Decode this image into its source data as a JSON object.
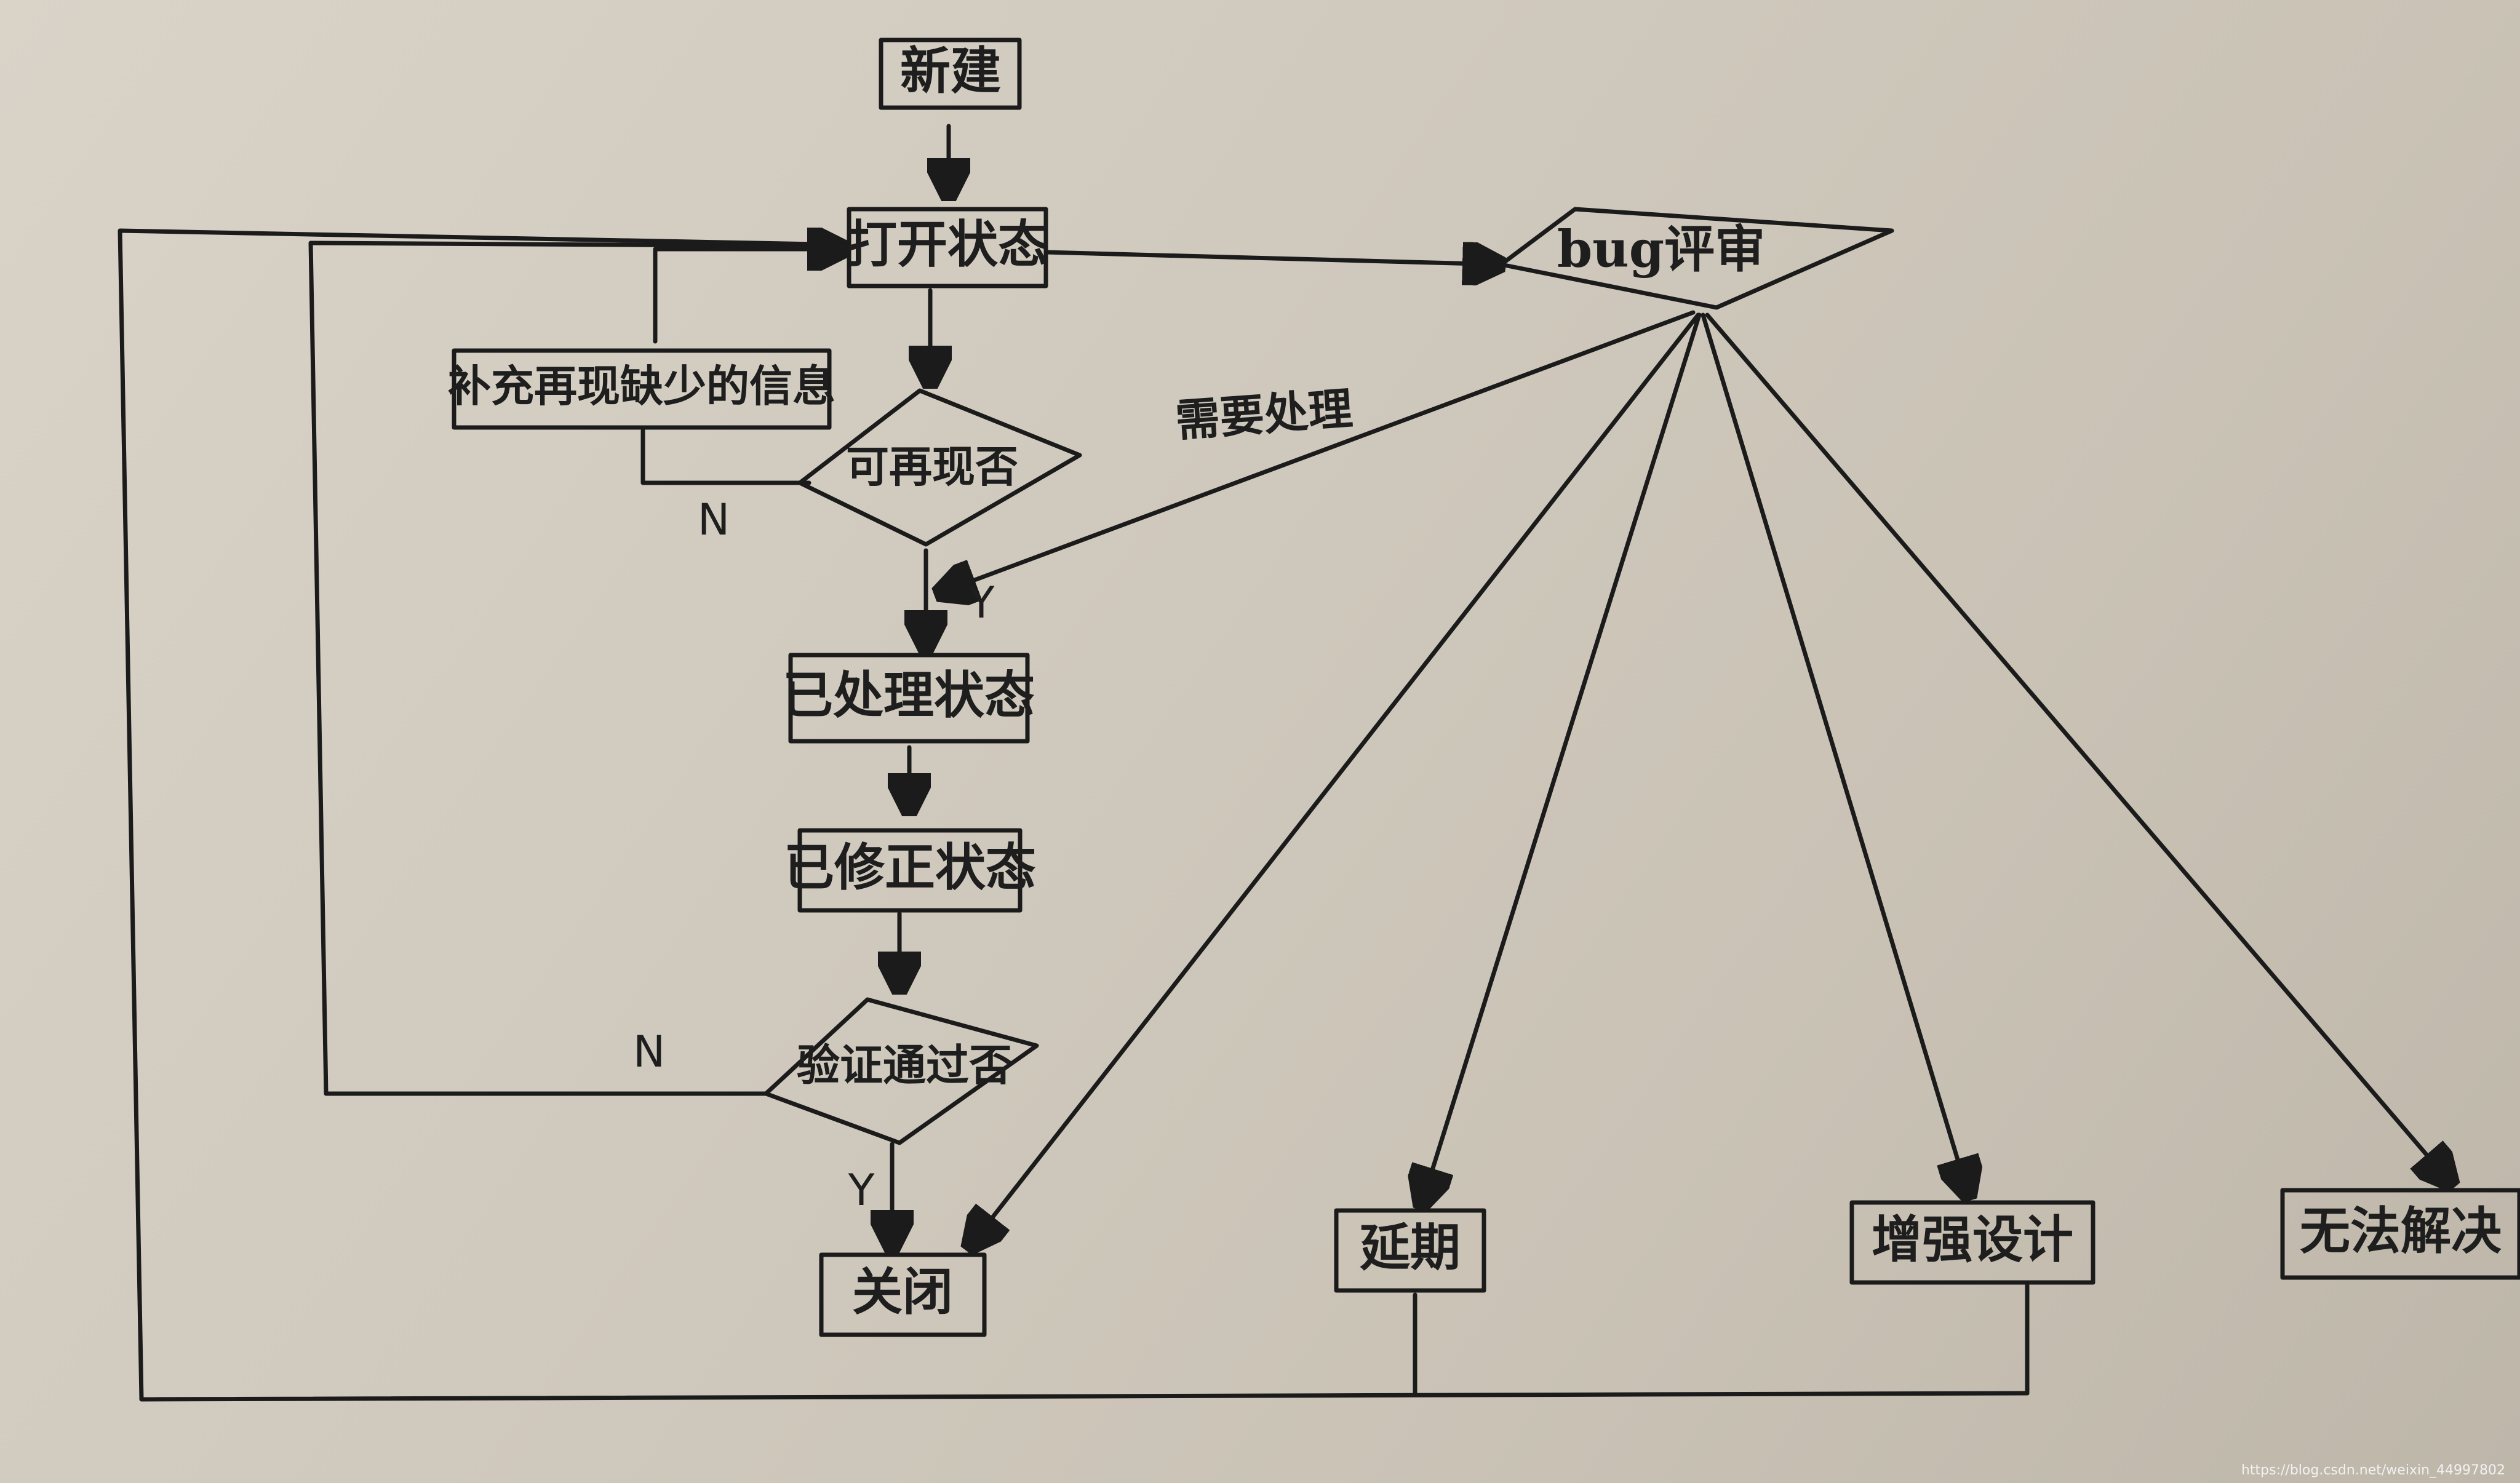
{
  "nodes": {
    "new": "新建",
    "open": "打开状态",
    "review": "bug评审",
    "supplement": "补充再现缺少的信息",
    "reproducible": "可再现否",
    "processed": "已处理状态",
    "verified": "已修正状态",
    "verify_pass": "验证通过否",
    "closed": "关闭",
    "deferred": "延期",
    "enhancement": "增强设计",
    "unresolvable": "无法解决"
  },
  "edges": {
    "need_process": "需要处理",
    "reproducible_no": "N",
    "reproducible_yes": "Y",
    "verify_no": "N",
    "verify_yes": "Y"
  },
  "watermark": "https://blog.csdn.net/weixin_44997802"
}
